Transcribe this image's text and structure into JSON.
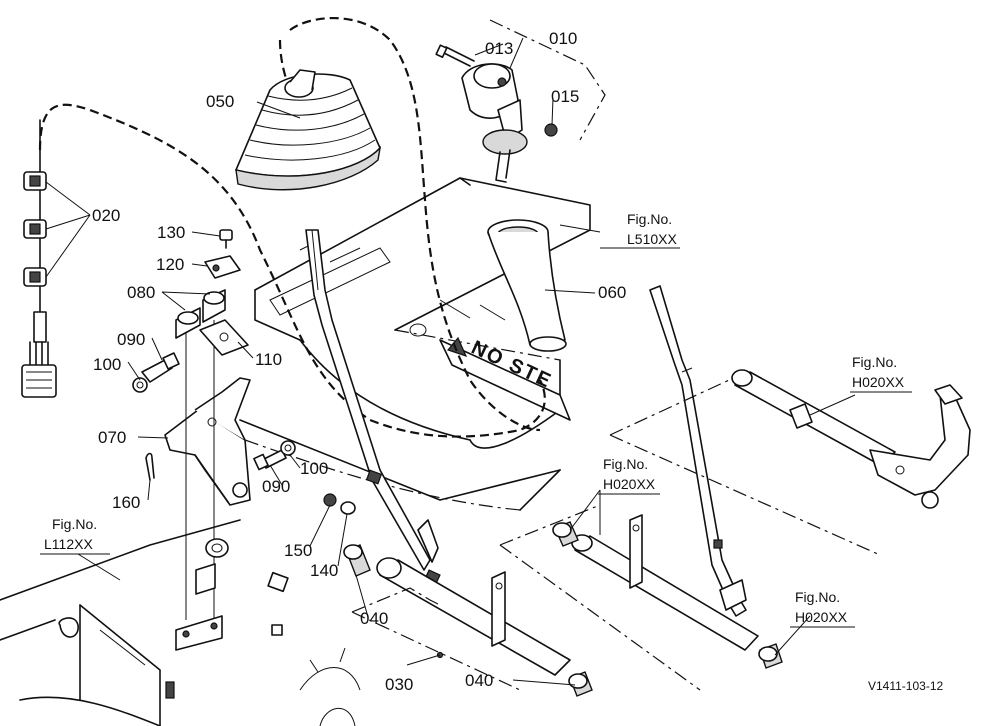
{
  "part_labels": {
    "p010": "010",
    "p013": "013",
    "p015": "015",
    "p020": "020",
    "p030": "030",
    "p040a": "040",
    "p040b": "040",
    "p050": "050",
    "p060": "060",
    "p070": "070",
    "p080": "080",
    "p090a": "090",
    "p090b": "090",
    "p100a": "100",
    "p100b": "100",
    "p110": "110",
    "p120": "120",
    "p130": "130",
    "p140": "140",
    "p150": "150",
    "p160": "160"
  },
  "figure_refs": {
    "l510": {
      "prefix": "Fig.No.",
      "code": "L510XX"
    },
    "h020_top": {
      "prefix": "Fig.No.",
      "code": "H020XX"
    },
    "h020_mid": {
      "prefix": "Fig.No.",
      "code": "H020XX"
    },
    "h020_bottom": {
      "prefix": "Fig.No.",
      "code": "H020XX"
    },
    "l112": {
      "prefix": "Fig.No.",
      "code": "L112XX"
    }
  },
  "plate_text": "NO STE",
  "diagram_code": "V1411-103-12"
}
